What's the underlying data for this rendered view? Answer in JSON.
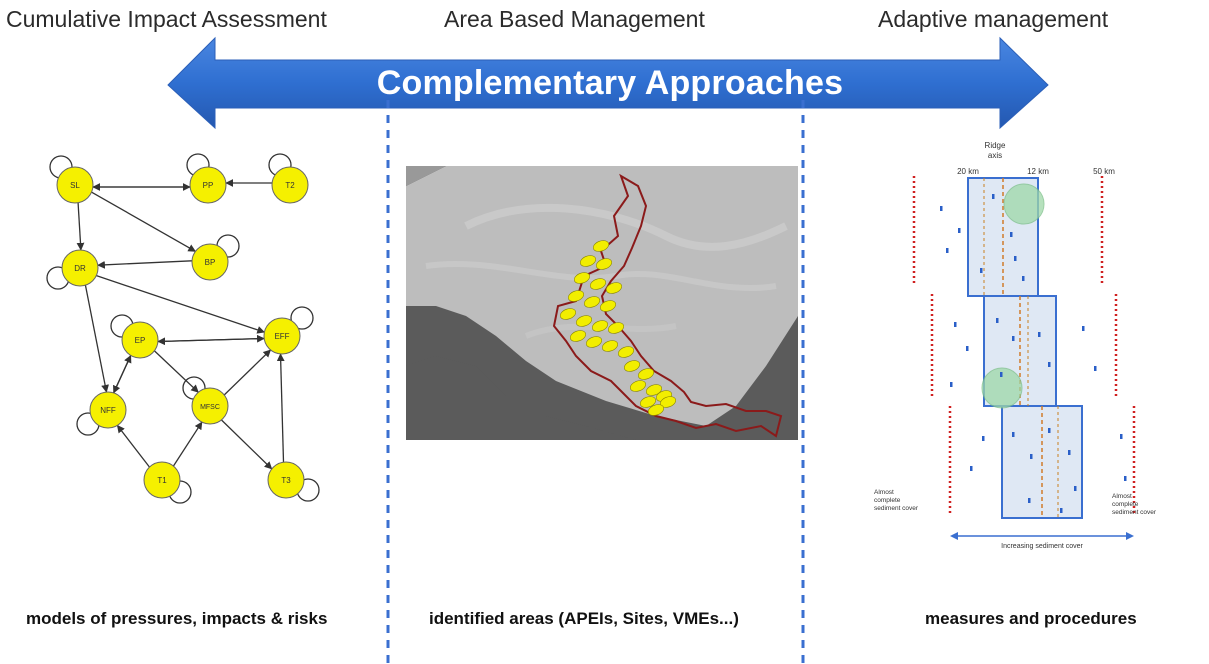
{
  "headers": {
    "left": "Cumulative Impact Assessment",
    "middle": "Area Based Management",
    "right": "Adaptive management"
  },
  "banner": {
    "text": "Complementary Approaches",
    "color": "#2f6fd1"
  },
  "footers": {
    "left": "models of pressures, impacts & risks",
    "middle": "identified areas (APEIs, Sites, VMEs...)",
    "right": "measures and procedures"
  },
  "network": {
    "nodes": [
      {
        "id": "SL",
        "label": "SL"
      },
      {
        "id": "PP",
        "label": "PP"
      },
      {
        "id": "T2",
        "label": "T2"
      },
      {
        "id": "DR",
        "label": "DR"
      },
      {
        "id": "BP",
        "label": "BP"
      },
      {
        "id": "EP",
        "label": "EP"
      },
      {
        "id": "EFF",
        "label": "EFF"
      },
      {
        "id": "NFF",
        "label": "NFF"
      },
      {
        "id": "MFSC",
        "label": "MFSC"
      },
      {
        "id": "T1",
        "label": "T1"
      },
      {
        "id": "T3",
        "label": "T3"
      }
    ],
    "node_color": "#f5f000"
  },
  "map": {
    "land_color": "#5b5b5b",
    "sea_color": "#bdbdbd",
    "boundary_color": "#8b1a1a",
    "area_marker_color": "#f2ee00"
  },
  "adaptive_figure": {
    "top_label_1": "Ridge",
    "top_label_2": "axis",
    "distance_left": "20 km",
    "distance_center": "12 km",
    "distance_right": "50 km",
    "side_note_left": [
      "Almost",
      "complete",
      "sediment cover"
    ],
    "side_note_right": [
      "Almost",
      "complete",
      "sediment cover"
    ],
    "bottom_axis_label": "Increasing sediment cover"
  }
}
